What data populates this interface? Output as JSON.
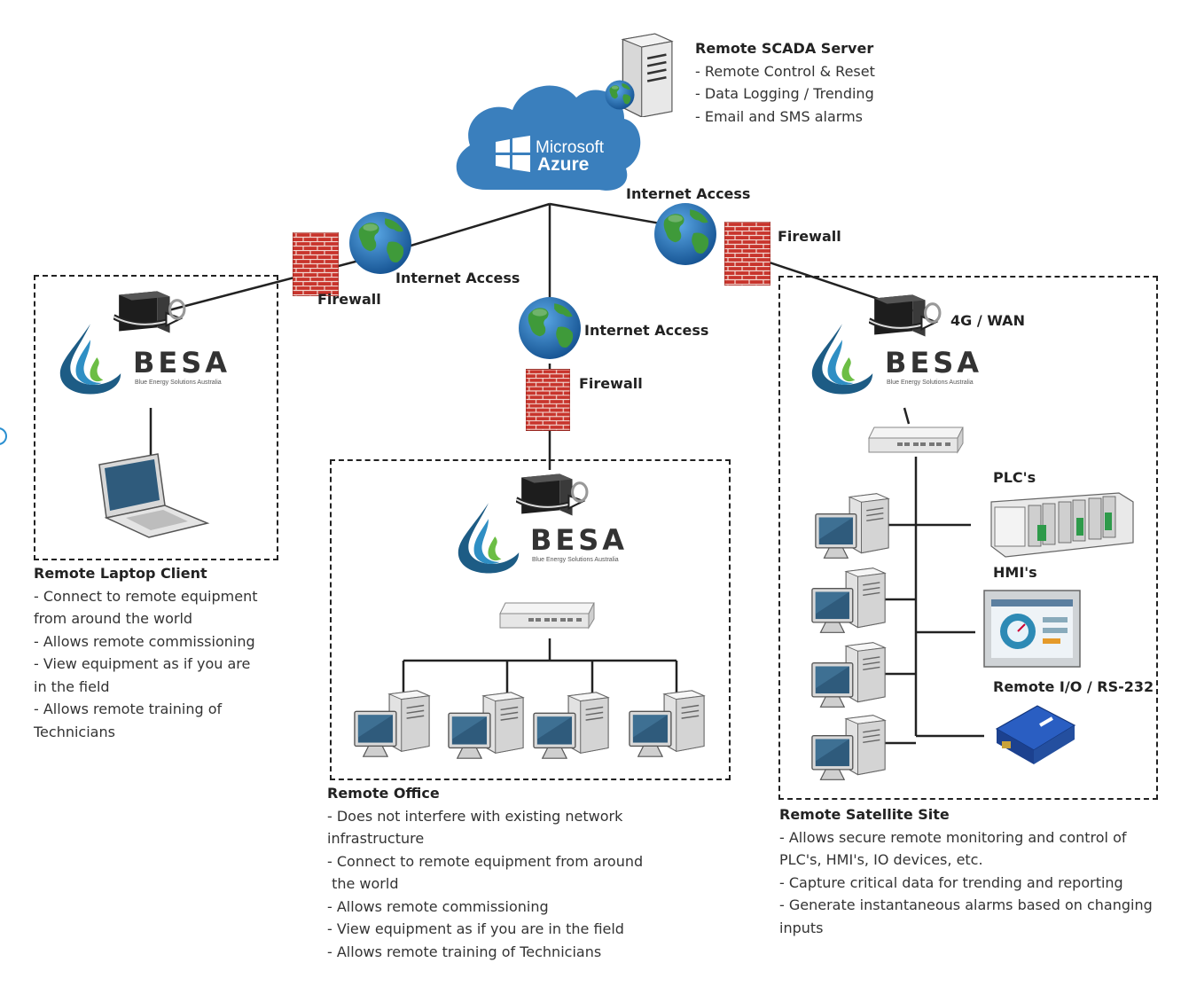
{
  "cloud": {
    "brand_line1": "Microsoft",
    "brand_line2": "Azure",
    "color": "#3a7fbd"
  },
  "scada": {
    "title": "Remote SCADA Server",
    "items": [
      "- Remote Control & Reset",
      "- Data Logging / Trending",
      "- Email and SMS alarms"
    ]
  },
  "labels": {
    "internet_left": "Internet Access",
    "internet_center": "Internet Access",
    "internet_right": "Internet Access",
    "firewall_left": "Firewall",
    "firewall_center": "Firewall",
    "firewall_right": "Firewall",
    "wan": "4G / WAN",
    "plcs": "PLC's",
    "hmis": "HMI's",
    "remote_io": "Remote I/O / RS-232"
  },
  "besa": {
    "word": "BESA",
    "tagline": "Blue Energy Solutions Australia"
  },
  "laptop_client": {
    "title": "Remote Laptop Client",
    "lines": [
      "- Connect to remote equipment",
      "from around the world",
      "- Allows remote commissioning",
      "- View equipment as if you are",
      "in the field",
      "- Allows remote training of",
      "Technicians"
    ]
  },
  "remote_office": {
    "title": "Remote Office",
    "lines": [
      "- Does not interfere with existing network",
      "infrastructure",
      "- Connect to remote equipment from around",
      " the world",
      "- Allows remote commissioning",
      "- View equipment as if you are in the field",
      "- Allows remote training of Technicians"
    ]
  },
  "satellite_site": {
    "title": "Remote Satellite Site",
    "lines": [
      "- Allows secure remote monitoring and control of",
      "PLC's, HMI's, IO devices, etc.",
      "- Capture critical data for trending and reporting",
      "- Generate instantaneous alarms based on changing",
      "inputs"
    ]
  },
  "colors": {
    "firewall": "#c8342c",
    "globe_ocean": "#1e6fb8",
    "globe_land": "#3f9a3a",
    "cloud": "#3a7fbd",
    "line": "#222222"
  }
}
